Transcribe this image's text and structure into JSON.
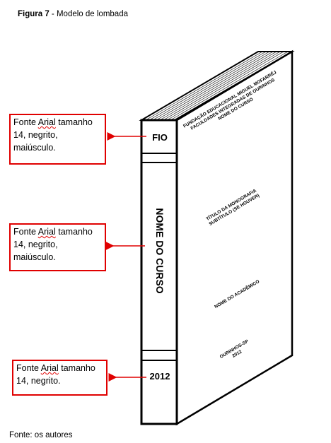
{
  "figure": {
    "label": "Figura 7",
    "separator": " - ",
    "title": "Modelo de lombada"
  },
  "spine": {
    "top_text": "FIO",
    "middle_text": "NOME DO CURSO",
    "bottom_text": "2012"
  },
  "cover": {
    "institution": [
      "FUNDAÇÃO EDUCACIONAL MIGUEL MOFARRÉJ",
      "FACULDADES INTEGRADAS DE OURINHOS",
      "NOME DO CURSO"
    ],
    "title": [
      "TÍTULO DA MONOGRAFIA",
      "SUBTÍTULO (SE HOUVER)"
    ],
    "author": "NOME DO ACADÊMICO",
    "place": [
      "OURINHOS-SP",
      "2012"
    ]
  },
  "annotations": [
    {
      "pre": "Fonte ",
      "wavy": "Arial",
      "post": " tamanho 14, negrito, maiúsculo."
    },
    {
      "pre": "Fonte ",
      "wavy": "Arial",
      "post": " tamanho 14, negrito, maiúsculo."
    },
    {
      "pre": "Fonte ",
      "wavy": "Arial",
      "post": " tamanho 14, negrito."
    }
  ],
  "colors": {
    "annotation_border": "#e00000",
    "arrow": "#e00000",
    "outline": "#000000"
  },
  "source": "Fonte: os autores"
}
